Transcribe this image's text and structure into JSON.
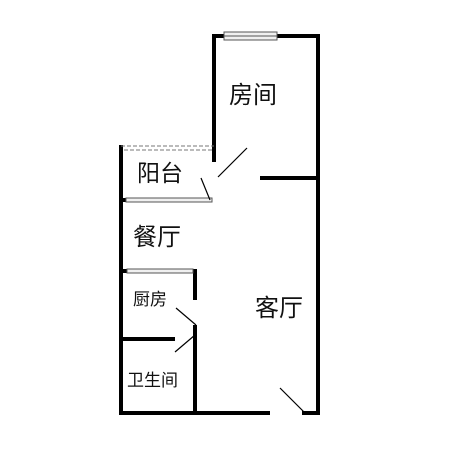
{
  "rooms": {
    "bedroom": "房间",
    "balcony": "阳台",
    "dining": "餐厅",
    "kitchen": "厨房",
    "living": "客厅",
    "bathroom": "卫生间"
  },
  "colors": {
    "wall": "#000000",
    "window_frame": "#555555",
    "window_fill": "#f0f0f0",
    "balcony_edge": "#777777",
    "background": "#ffffff"
  }
}
